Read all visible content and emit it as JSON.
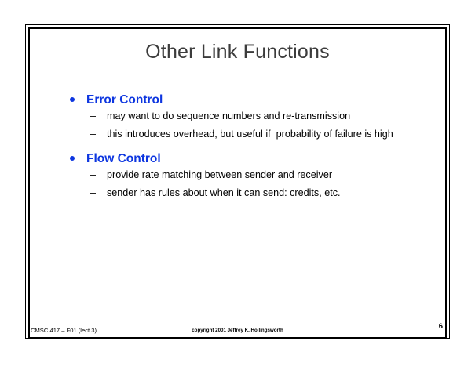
{
  "slide": {
    "title": "Other Link Functions",
    "title_color": "#3c3c3c",
    "accent_color": "#0d36e0",
    "background_color": "#ffffff",
    "border_color": "#000000",
    "sections": [
      {
        "heading": "Error Control",
        "bullet_glyph": "●",
        "sub_bullet_glyph": "–",
        "items": [
          "may want to do sequence numbers and re-transmission",
          "this introduces overhead, but useful if  probability of failure is high"
        ]
      },
      {
        "heading": "Flow Control",
        "bullet_glyph": "●",
        "sub_bullet_glyph": "–",
        "items": [
          "provide rate matching between sender and receiver",
          "sender has rules about when it can send: credits, etc."
        ]
      }
    ]
  },
  "footer": {
    "course": "CMSC 417 – F01  (lect 3)",
    "copyright": "copyright 2001  Jeffrey K. Hollingsworth",
    "page_number": "6"
  }
}
